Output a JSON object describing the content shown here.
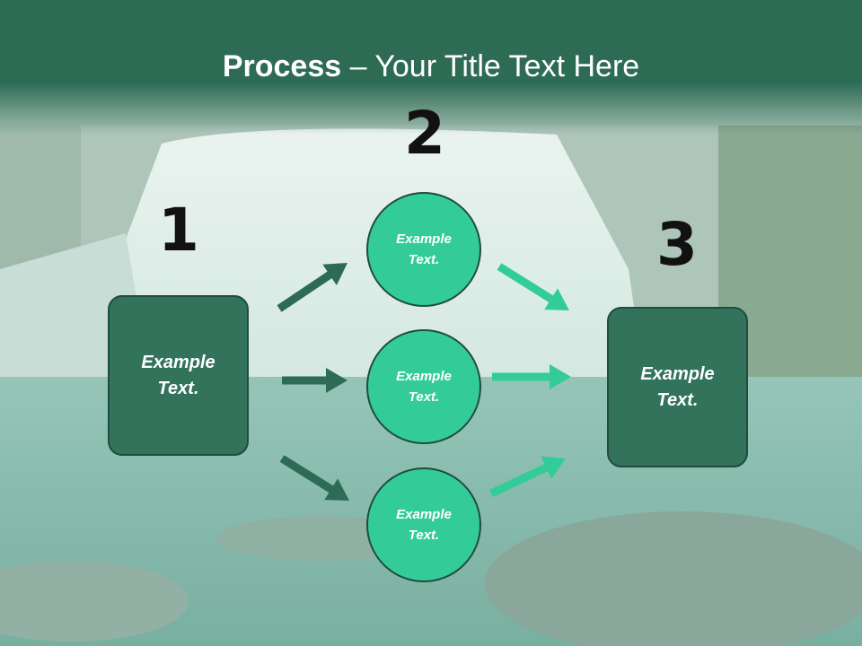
{
  "slide": {
    "title_bold": "Process",
    "title_rest": " – Your Title Text Here"
  },
  "steps": [
    {
      "number": "1",
      "label_line1": "Example",
      "label_line2": "Text."
    },
    {
      "number": "2",
      "label_line1": "Example",
      "label_line2": "Text."
    },
    {
      "number": "3",
      "label_line1": "Example",
      "label_line2": "Text."
    }
  ],
  "middle_nodes": [
    {
      "label_line1": "Example",
      "label_line2": "Text."
    },
    {
      "label_line1": "Example",
      "label_line2": "Text."
    },
    {
      "label_line1": "Example",
      "label_line2": "Text."
    }
  ],
  "colors": {
    "header": "#2e6b55",
    "box_fill": "#33735c",
    "circle_fill": "#33cc99",
    "arrow_dark": "#2e6b55",
    "arrow_light": "#33cc99"
  }
}
